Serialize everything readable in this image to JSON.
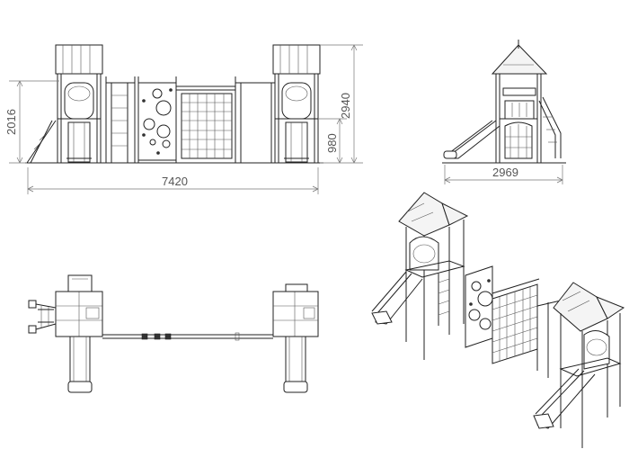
{
  "dimensions": {
    "width_total": "7420",
    "height_platform": "2016",
    "height_total": "2940",
    "height_deck": "980",
    "depth_total": "2969"
  },
  "colors": {
    "line": "#222222",
    "dimension": "#777777",
    "background": "#ffffff"
  }
}
